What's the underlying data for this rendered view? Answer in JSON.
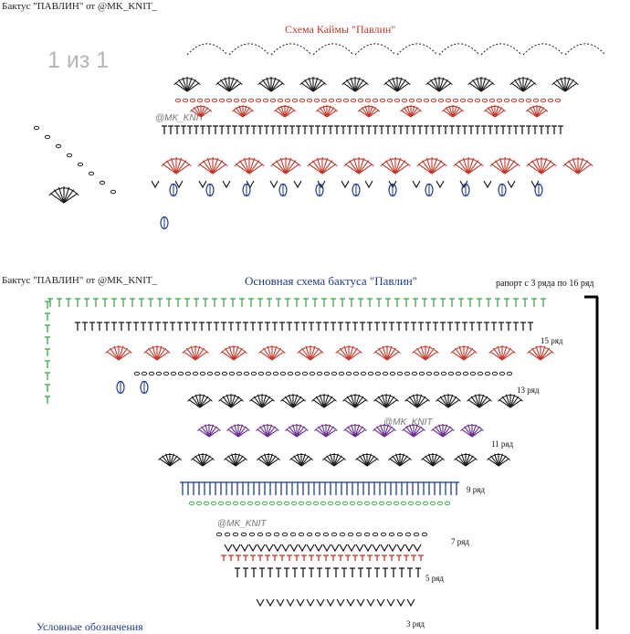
{
  "viewer": {
    "page_counter": "1 из 1"
  },
  "border_chart": {
    "credit": "Бактус \"ПАВЛИН\"  от @MK_KNIT_",
    "title": "Схема   Каймы \"Павлин\"",
    "watermark": "@MK_KNIT"
  },
  "main_chart": {
    "credit": "Бактус \"ПАВЛИН\"  от @MK_KNIT_",
    "title": "Основная схема бактуса \"Павлин\"",
    "rapport_note": "рапорт с 3 ряда по 16 ряд",
    "watermark_1": "@MK_KNIT",
    "watermark_2": "@MK_KNIT",
    "row_labels": [
      "15 ряд",
      "13 ряд",
      "11 ряд",
      "9 ряд",
      "7 ряд",
      "5 ряд",
      "3 ряд"
    ],
    "legend_heading": "Условные обозначения"
  },
  "colors": {
    "ink": "#1a1a1a",
    "red": "#c0392b",
    "green": "#3aa845",
    "blue": "#1f3a8a",
    "purple": "#6a2c91",
    "bracket": "#000000"
  }
}
